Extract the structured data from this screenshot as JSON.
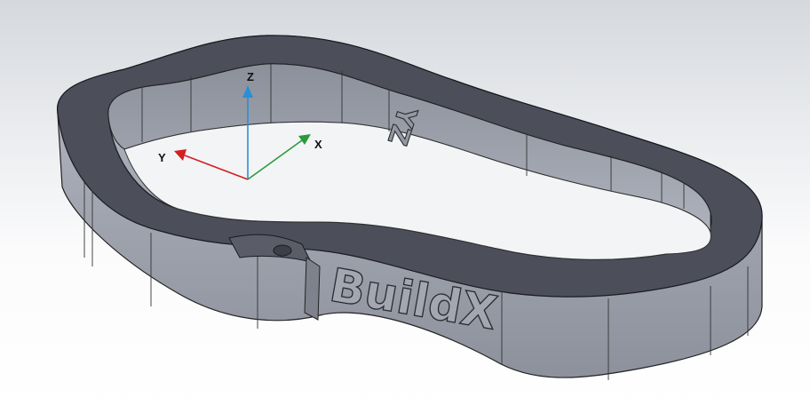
{
  "viewport": {
    "background_top": "#d5d8dd",
    "background_bottom": "#ffffff"
  },
  "part": {
    "body_color": "#9ea2ad",
    "top_face_color": "#4c4f5a",
    "edge_color": "#222",
    "emboss_front": "BuildX",
    "emboss_back": "YZ"
  },
  "triad": {
    "x_label": "X",
    "y_label": "Y",
    "z_label": "Z",
    "x_color": "#2a9a3c",
    "y_color": "#d42020",
    "z_color": "#2a8fd6"
  }
}
